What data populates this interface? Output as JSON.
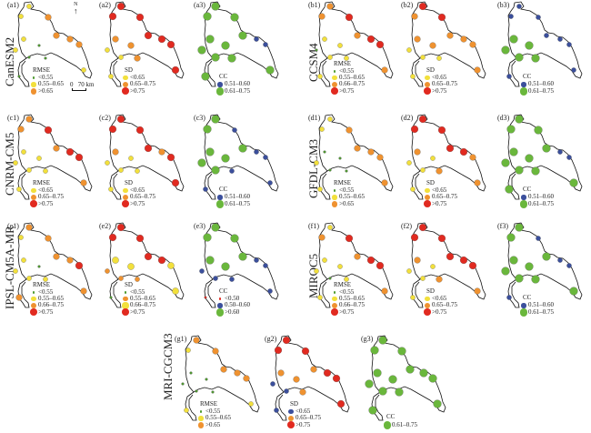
{
  "colors": {
    "small_green": "#4f9a2f",
    "yellow": "#f2e03c",
    "orange": "#ef9230",
    "red": "#e12a20",
    "green": "#6ab73c",
    "blue": "#3b4f9c",
    "small_red": "#e12a20"
  },
  "north_label": "N",
  "scale_label": "0   70 km",
  "models": [
    {
      "name": "CanESM2",
      "row": "a"
    },
    {
      "name": "CCSM4",
      "row": "b"
    },
    {
      "name": "CNRM-CM5",
      "row": "c"
    },
    {
      "name": "GFDL-CM3",
      "row": "d"
    },
    {
      "name": "IPSL-CM5A-MR",
      "row": "e"
    },
    {
      "name": "MIROC5",
      "row": "f"
    },
    {
      "name": "MRI-CGCM3",
      "row": "g"
    }
  ],
  "panels": [
    {
      "id": "(a1)",
      "title": "RMSE",
      "legend": [
        {
          "label": "<0.55",
          "cat": "small_green"
        },
        {
          "label": "0.55–0.65",
          "cat": "yellow"
        },
        {
          "label": ">0.65",
          "cat": "orange"
        }
      ],
      "stations": [
        "yellow",
        "yellow",
        "orange",
        "orange",
        "orange",
        "orange",
        "yellow",
        "small_green",
        "yellow",
        "small_green",
        "small_green",
        "yellow",
        "small_green"
      ]
    },
    {
      "id": "(a2)",
      "title": "SD",
      "legend": [
        {
          "label": "<0.65",
          "cat": "yellow"
        },
        {
          "label": "0.65–0.75",
          "cat": "orange"
        },
        {
          "label": ">0.75",
          "cat": "red"
        }
      ],
      "stations": [
        "red",
        "red",
        "red",
        "red",
        "red",
        "red",
        "orange",
        "orange",
        "yellow",
        "yellow",
        "orange",
        "red",
        "yellow"
      ]
    },
    {
      "id": "(a3)",
      "title": "CC",
      "legend": [
        {
          "label": "0.51–0.60",
          "cat": "blue"
        },
        {
          "label": "0.61–0.75",
          "cat": "green"
        }
      ],
      "stations": [
        "green",
        "green",
        "green",
        "green",
        "blue",
        "blue",
        "green",
        "green",
        "green",
        "green",
        "green",
        "green",
        "green"
      ]
    },
    {
      "id": "(b1)",
      "title": "RMSE",
      "legend": [
        {
          "label": "<0.55",
          "cat": "small_green"
        },
        {
          "label": "0.55–0.65",
          "cat": "yellow"
        },
        {
          "label": "0.66–0.75",
          "cat": "orange"
        },
        {
          "label": ">0.75",
          "cat": "red"
        }
      ],
      "stations": [
        "orange",
        "orange",
        "red",
        "orange",
        "red",
        "red",
        "yellow",
        "yellow",
        "small_green",
        "yellow",
        "yellow",
        "orange",
        "yellow"
      ]
    },
    {
      "id": "(b2)",
      "title": "SD",
      "legend": [
        {
          "label": "<0.65",
          "cat": "yellow"
        },
        {
          "label": "0.65–0.75",
          "cat": "orange"
        },
        {
          "label": ">0.75",
          "cat": "red"
        }
      ],
      "stations": [
        "red",
        "orange",
        "red",
        "orange",
        "orange",
        "orange",
        "orange",
        "orange",
        "yellow",
        "yellow",
        "yellow",
        "orange",
        "yellow"
      ]
    },
    {
      "id": "(b3)",
      "title": "CC",
      "legend": [
        {
          "label": "0.51–0.60",
          "cat": "blue"
        },
        {
          "label": "0.61–0.75",
          "cat": "green"
        }
      ],
      "stations": [
        "blue",
        "blue",
        "blue",
        "blue",
        "blue",
        "blue",
        "green",
        "green",
        "green",
        "green",
        "green",
        "blue",
        "blue"
      ]
    },
    {
      "id": "(c1)",
      "title": "RMSE",
      "legend": [
        {
          "label": "<0.65",
          "cat": "yellow"
        },
        {
          "label": "0.65–0.75",
          "cat": "orange"
        },
        {
          "label": ">0.75",
          "cat": "red"
        }
      ],
      "stations": [
        "orange",
        "orange",
        "red",
        "orange",
        "red",
        "red",
        "yellow",
        "yellow",
        "yellow",
        "yellow",
        "yellow",
        "orange",
        "yellow"
      ]
    },
    {
      "id": "(c2)",
      "title": "SD",
      "legend": [
        {
          "label": "<0.65",
          "cat": "yellow"
        },
        {
          "label": "0.65–0.75",
          "cat": "orange"
        },
        {
          "label": ">0.75",
          "cat": "red"
        }
      ],
      "stations": [
        "red",
        "red",
        "red",
        "red",
        "orange",
        "red",
        "orange",
        "yellow",
        "yellow",
        "yellow",
        "yellow",
        "red",
        "yellow"
      ]
    },
    {
      "id": "(c3)",
      "title": "CC",
      "legend": [
        {
          "label": "0.51–0.60",
          "cat": "blue"
        },
        {
          "label": "0.61–0.75",
          "cat": "green"
        }
      ],
      "stations": [
        "green",
        "green",
        "blue",
        "green",
        "blue",
        "blue",
        "green",
        "green",
        "green",
        "green",
        "blue",
        "blue",
        "blue"
      ]
    },
    {
      "id": "(d1)",
      "title": "RMSE",
      "legend": [
        {
          "label": "<0.55",
          "cat": "small_green"
        },
        {
          "label": "0.55–0.65",
          "cat": "yellow"
        },
        {
          "label": ">0.65",
          "cat": "orange"
        }
      ],
      "stations": [
        "yellow",
        "yellow",
        "orange",
        "orange",
        "orange",
        "orange",
        "small_green",
        "small_green",
        "yellow",
        "small_green",
        "small_green",
        "orange",
        "yellow"
      ]
    },
    {
      "id": "(d2)",
      "title": "SD",
      "legend": [
        {
          "label": "<0.65",
          "cat": "yellow"
        },
        {
          "label": "0.65–0.75",
          "cat": "orange"
        },
        {
          "label": ">0.75",
          "cat": "red"
        }
      ],
      "stations": [
        "red",
        "red",
        "red",
        "red",
        "red",
        "orange",
        "orange",
        "yellow",
        "yellow",
        "yellow",
        "orange",
        "orange",
        "yellow"
      ]
    },
    {
      "id": "(d3)",
      "title": "CC",
      "legend": [
        {
          "label": "0.51–0.60",
          "cat": "blue"
        },
        {
          "label": "0.61–0.75",
          "cat": "green"
        }
      ],
      "stations": [
        "green",
        "green",
        "green",
        "green",
        "blue",
        "blue",
        "green",
        "green",
        "green",
        "green",
        "green",
        "green",
        "green"
      ]
    },
    {
      "id": "(e1)",
      "title": "RMSE",
      "legend": [
        {
          "label": "<0.55",
          "cat": "small_green"
        },
        {
          "label": "0.55–0.65",
          "cat": "yellow"
        },
        {
          "label": "0.66–0.75",
          "cat": "orange"
        },
        {
          "label": ">0.75",
          "cat": "red"
        }
      ],
      "stations": [
        "orange",
        "yellow",
        "orange",
        "orange",
        "orange",
        "red",
        "yellow",
        "small_green",
        "yellow",
        "yellow",
        "yellow",
        "orange",
        "orange"
      ]
    },
    {
      "id": "(e2)",
      "title": "SD",
      "legend": [
        {
          "label": "<0.55",
          "cat": "small_green"
        },
        {
          "label": "0.55–0.65",
          "cat": "orange_small"
        },
        {
          "label": "0.66–0.75",
          "cat": "yellow_big"
        },
        {
          "label": ">0.75",
          "cat": "red"
        }
      ],
      "stations": [
        "red",
        "red",
        "red",
        "red",
        "red",
        "yellow_big",
        "yellow_big",
        "yellow_big",
        "orange_small",
        "orange_small",
        "orange_small",
        "yellow_big",
        "small_green"
      ]
    },
    {
      "id": "(e3)",
      "title": "CC",
      "legend": [
        {
          "label": "<0.50",
          "cat": "small_red"
        },
        {
          "label": "0.50–0.60",
          "cat": "blue"
        },
        {
          "label": ">0.60",
          "cat": "green"
        }
      ],
      "stations": [
        "green",
        "green",
        "green",
        "green",
        "blue",
        "blue",
        "green",
        "green",
        "blue",
        "blue",
        "blue",
        "blue",
        "small_red"
      ]
    },
    {
      "id": "(f1)",
      "title": "RMSE",
      "legend": [
        {
          "label": "<0.55",
          "cat": "small_green"
        },
        {
          "label": "0.55–0.65",
          "cat": "yellow"
        },
        {
          "label": "0.66–0.75",
          "cat": "orange"
        },
        {
          "label": ">0.75",
          "cat": "red"
        }
      ],
      "stations": [
        "yellow",
        "orange",
        "red",
        "orange",
        "red",
        "red",
        "yellow",
        "yellow",
        "yellow",
        "small_green",
        "yellow",
        "orange",
        "yellow"
      ]
    },
    {
      "id": "(f2)",
      "title": "SD",
      "legend": [
        {
          "label": "<0.65",
          "cat": "yellow"
        },
        {
          "label": "0.65–0.75",
          "cat": "orange"
        },
        {
          "label": ">0.75",
          "cat": "red"
        }
      ],
      "stations": [
        "red",
        "red",
        "red",
        "red",
        "red",
        "red",
        "orange",
        "yellow",
        "yellow",
        "yellow",
        "orange",
        "orange",
        "yellow"
      ]
    },
    {
      "id": "(f3)",
      "title": "CC",
      "legend": [
        {
          "label": "0.51–0.60",
          "cat": "blue"
        },
        {
          "label": "0.61–0.75",
          "cat": "green"
        }
      ],
      "stations": [
        "green",
        "green",
        "blue",
        "green",
        "blue",
        "blue",
        "green",
        "green",
        "green",
        "green",
        "green",
        "green",
        "blue"
      ]
    },
    {
      "id": "(g1)",
      "title": "RMSE",
      "legend": [
        {
          "label": "<0.55",
          "cat": "small_green"
        },
        {
          "label": "0.55–0.65",
          "cat": "yellow"
        },
        {
          "label": ">0.65",
          "cat": "orange"
        }
      ],
      "stations": [
        "orange",
        "yellow",
        "orange",
        "orange",
        "orange",
        "orange",
        "small_green",
        "small_green",
        "small_green",
        "small_green",
        "small_green",
        "yellow",
        "yellow"
      ]
    },
    {
      "id": "(g2)",
      "title": "SD",
      "legend": [
        {
          "label": "<0.65",
          "cat": "blue"
        },
        {
          "label": "0.65–0.75",
          "cat": "orange"
        },
        {
          "label": ">0.75",
          "cat": "red"
        }
      ],
      "stations": [
        "red",
        "red",
        "red",
        "orange",
        "red",
        "red",
        "orange",
        "orange",
        "blue",
        "blue",
        "orange",
        "red",
        "blue"
      ]
    },
    {
      "id": "(g3)",
      "title": "CC",
      "legend": [
        {
          "label": "0.61–0.75",
          "cat": "green"
        }
      ],
      "stations": [
        "green",
        "green",
        "green",
        "green",
        "green",
        "green",
        "green",
        "green",
        "green",
        "green",
        "green",
        "green",
        "green"
      ]
    }
  ]
}
